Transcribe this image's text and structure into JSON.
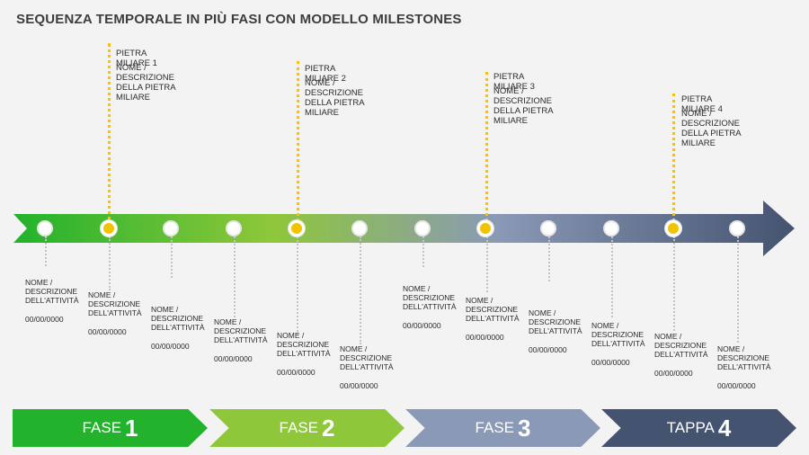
{
  "title": "SEQUENZA TEMPORALE IN PIÙ FASI CON MODELLO MILESTONES",
  "colors": {
    "green": "#22b22c",
    "light_green": "#8ec73a",
    "slate_blue": "#8a99b6",
    "dark_slate": "#445470",
    "milestone_yellow": "#f3c300"
  },
  "milestones": [
    {
      "title": "PIETRA MILIARE 1",
      "desc": "NOME / DESCRIZIONE DELLA PIETRA MILIARE"
    },
    {
      "title": "PIETRA MILIARE 2",
      "desc": "NOME / DESCRIZIONE DELLA PIETRA MILIARE"
    },
    {
      "title": "PIETRA MILIARE 3",
      "desc": "NOME / DESCRIZIONE DELLA PIETRA MILIARE"
    },
    {
      "title": "PIETRA MILIARE 4",
      "desc": "NOME / DESCRIZIONE DELLA PIETRA MILIARE"
    }
  ],
  "tasks": [
    {
      "name": "NOME / DESCRIZIONE DELL'ATTIVITÀ",
      "date": "00/00/0000"
    },
    {
      "name": "NOME / DESCRIZIONE DELL'ATTIVITÀ",
      "date": "00/00/0000"
    },
    {
      "name": "NOME / DESCRIZIONE DELL'ATTIVITÀ",
      "date": "00/00/0000"
    },
    {
      "name": "NOME / DESCRIZIONE DELL'ATTIVITÀ",
      "date": "00/00/0000"
    },
    {
      "name": "NOME / DESCRIZIONE DELL'ATTIVITÀ",
      "date": "00/00/0000"
    },
    {
      "name": "NOME / DESCRIZIONE DELL'ATTIVITÀ",
      "date": "00/00/0000"
    },
    {
      "name": "NOME / DESCRIZIONE DELL'ATTIVITÀ",
      "date": "00/00/0000"
    },
    {
      "name": "NOME / DESCRIZIONE DELL'ATTIVITÀ",
      "date": "00/00/0000"
    },
    {
      "name": "NOME / DESCRIZIONE DELL'ATTIVITÀ",
      "date": "00/00/0000"
    },
    {
      "name": "NOME / DESCRIZIONE DELL'ATTIVITÀ",
      "date": "00/00/0000"
    },
    {
      "name": "NOME / DESCRIZIONE DELL'ATTIVITÀ",
      "date": "00/00/0000"
    },
    {
      "name": "NOME / DESCRIZIONE DELL'ATTIVITÀ",
      "date": "00/00/0000"
    }
  ],
  "phases": [
    {
      "word": "FASE",
      "num": "1"
    },
    {
      "word": "FASE",
      "num": "2"
    },
    {
      "word": "FASE",
      "num": "3"
    },
    {
      "word": "TAPPA",
      "num": "4"
    }
  ]
}
